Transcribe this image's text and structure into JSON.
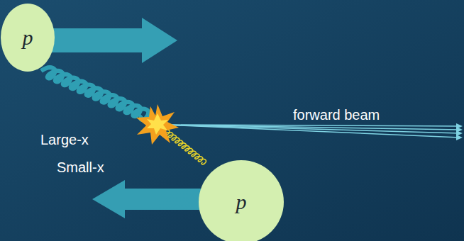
{
  "diagram": {
    "nodes": [
      {
        "text": [
          "p"
        ]
      },
      {
        "text": [
          "p"
        ]
      }
    ],
    "labels": [
      "Large-x",
      "Small-x",
      "forward beam"
    ]
  }
}
